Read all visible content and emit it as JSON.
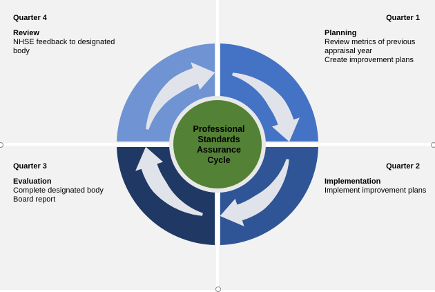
{
  "quarters": {
    "q4": {
      "label": "Quarter 4",
      "heading": "Review",
      "lines": [
        "NHSE feedback to designated",
        "body"
      ]
    },
    "q1": {
      "label": "Quarter 1",
      "heading": "Planning",
      "lines": [
        "Review metrics of previous",
        "appraisal year",
        "Create improvement plans"
      ]
    },
    "q3": {
      "label": "Quarter 3",
      "heading": "Evaluation",
      "lines": [
        "Complete designated body",
        "Board report"
      ]
    },
    "q2": {
      "label": "Quarter 2",
      "heading": "Implementation",
      "lines": [
        "Implement improvement plans"
      ]
    }
  },
  "center": {
    "lines": [
      "Professional",
      "Standards",
      "Assurance",
      "Cycle"
    ]
  },
  "colors": {
    "panel": "#f2f2f2",
    "q1_segment": "#4472c4",
    "q2_segment": "#2f5597",
    "q3_segment": "#203864",
    "q4_segment": "#6f93d3",
    "center_fill": "#538135",
    "arrow": "#e0e4ea"
  }
}
